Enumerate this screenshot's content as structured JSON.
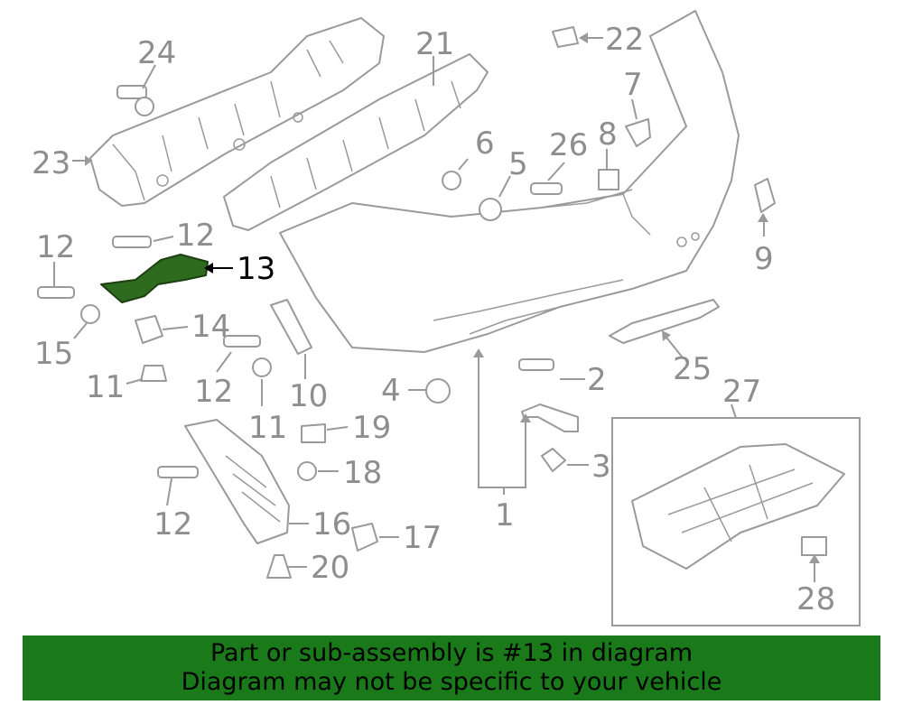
{
  "callouts": {
    "c1": "1",
    "c2": "2",
    "c3": "3",
    "c4": "4",
    "c5": "5",
    "c6": "6",
    "c7": "7",
    "c8": "8",
    "c9": "9",
    "c10": "10",
    "c11a": "11",
    "c11b": "11",
    "c12a": "12",
    "c12b": "12",
    "c12c": "12",
    "c12d": "12",
    "c13": "13",
    "c14": "14",
    "c15": "15",
    "c16": "16",
    "c17": "17",
    "c18": "18",
    "c19": "19",
    "c20": "20",
    "c21": "21",
    "c22": "22",
    "c23": "23",
    "c24": "24",
    "c25": "25",
    "c26": "26",
    "c27": "27",
    "c28": "28"
  },
  "highlight": {
    "part_number": "13",
    "color": "#2f6b1f"
  },
  "banner": {
    "line1": "Part or sub-assembly is #13 in diagram",
    "line2": "Diagram may not be specific to your vehicle",
    "background": "#1a7a1a"
  }
}
